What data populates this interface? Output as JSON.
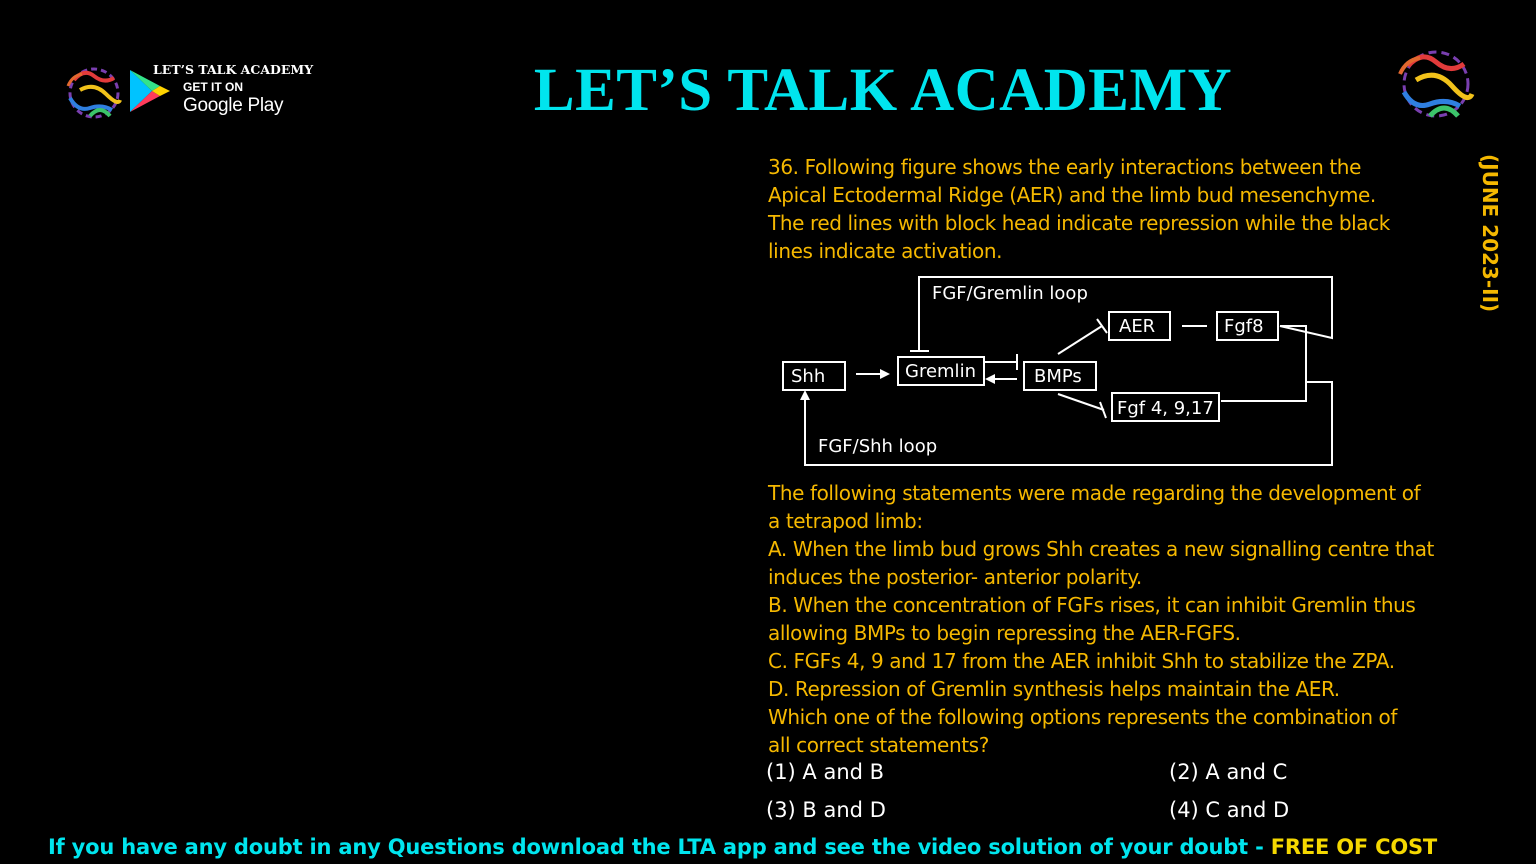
{
  "header": {
    "title": "LET’S TALK ACADEMY",
    "badge_academy": "LET’S TALK ACADEMY",
    "badge_get_it_on": "GET IT ON",
    "badge_store": "Google Play",
    "exam_tag": "(JUNE 2023-II)"
  },
  "question": {
    "intro_lines": [
      "36. Following figure shows the early interactions between the",
      "Apical Ectodermal Ridge (AER) and the limb bud mesenchyme.",
      "The red lines with block head indicate repression while the black",
      "lines indicate activation."
    ],
    "body_lines": [
      "The following statements were made regarding the development of",
      "a tetrapod limb:",
      "A. When the limb bud grows Shh creates a new signalling centre that",
      "induces the posterior- anterior polarity.",
      "B. When the concentration of FGFs rises, it can inhibit Gremlin thus",
      "allowing BMPs to begin repressing the AER-FGFS.",
      "C. FGFs 4, 9 and 17 from the AER inhibit Shh to stabilize the ZPA.",
      "D. Repression of Gremlin synthesis helps maintain the AER.",
      "Which one of the following options represents the combination of",
      "all correct statements?"
    ],
    "options": [
      "(1) A and B",
      "(2) A and C",
      "(3) B and D",
      "(4) C and D"
    ]
  },
  "diagram": {
    "loop_top": "FGF/Gremlin loop",
    "loop_bottom": "FGF/Shh loop",
    "nodes": {
      "shh": "Shh",
      "gremlin": "Gremlin",
      "bmps": "BMPs",
      "aer": "AER",
      "fgf8": "Fgf8",
      "fgf4917": "Fgf 4, 9,17"
    }
  },
  "footer": {
    "message": "If you have any doubt in any Questions download the LTA app and see the video solution of your doubt - ",
    "highlight": "FREE OF COST"
  },
  "colors": {
    "background": "#000000",
    "title": "#00e5ee",
    "question_text": "#f5b800",
    "option_text": "#ffffff",
    "footer_highlight": "#f5d800"
  }
}
